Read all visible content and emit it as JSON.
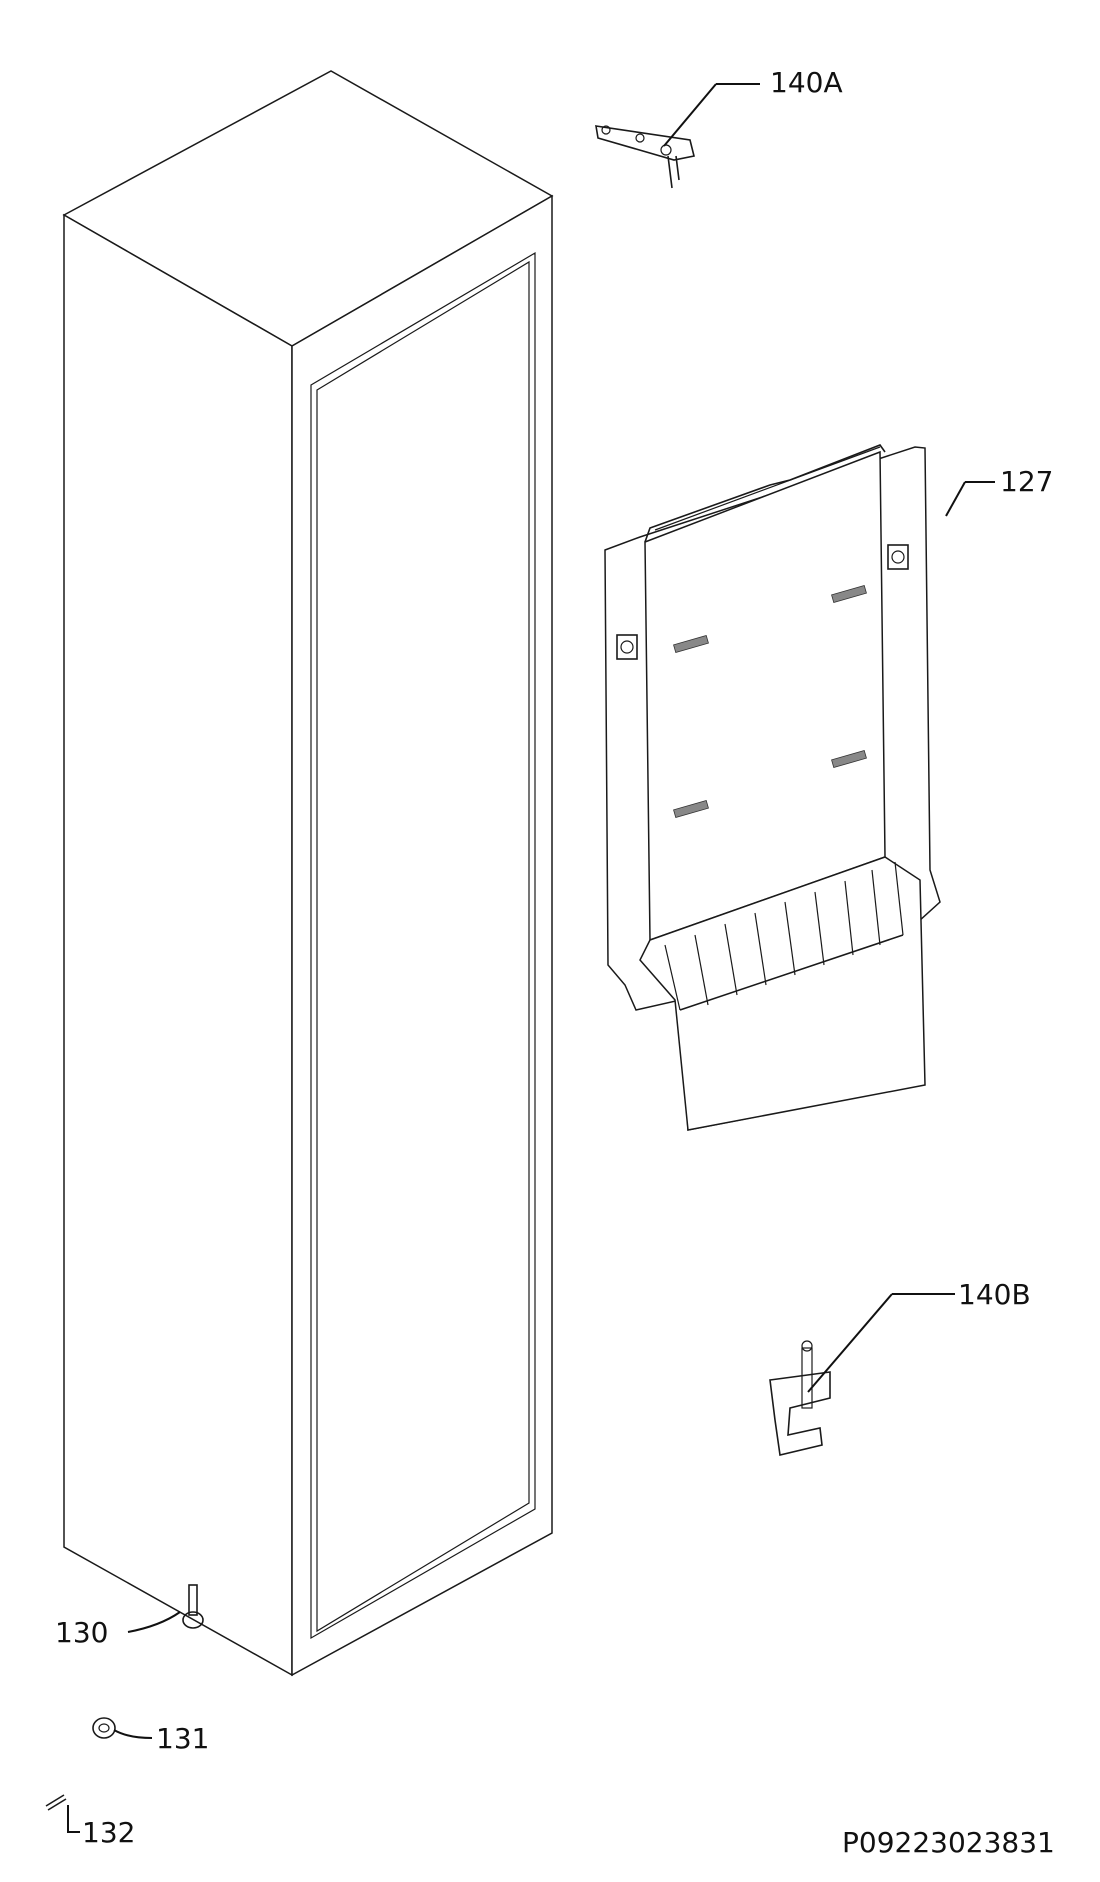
{
  "diagram": {
    "callouts": [
      {
        "id": "140A",
        "label": "140A"
      },
      {
        "id": "127",
        "label": "127"
      },
      {
        "id": "140B",
        "label": "140B"
      },
      {
        "id": "130",
        "label": "130"
      },
      {
        "id": "131",
        "label": "131"
      },
      {
        "id": "132",
        "label": "132"
      }
    ],
    "document_code": "P09223023831"
  }
}
